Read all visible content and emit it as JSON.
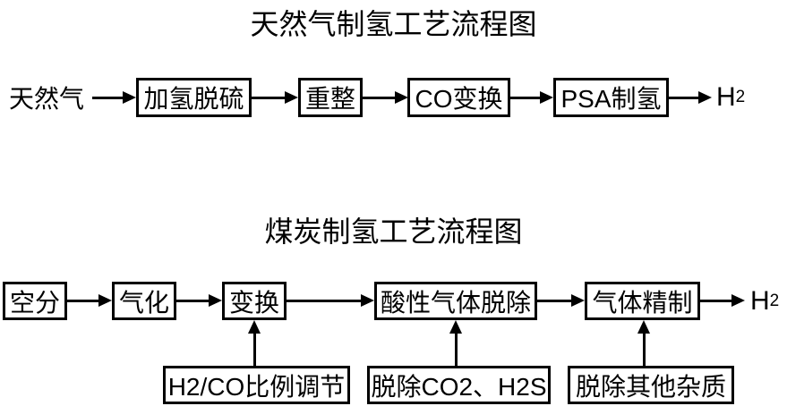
{
  "colors": {
    "background": "#ffffff",
    "line": "#000000",
    "text": "#000000"
  },
  "diagram1": {
    "title": "天然气制氢工艺流程图",
    "input": "天然气",
    "steps": [
      "加氢脱硫",
      "重整",
      "CO变换",
      "PSA制氢"
    ],
    "output": {
      "symbol": "H",
      "subscript": "2"
    }
  },
  "diagram2": {
    "title": "煤炭制氢工艺流程图",
    "steps": [
      "空分",
      "气化",
      "变换",
      "酸性气体脱除",
      "气体精制"
    ],
    "output": {
      "symbol": "H",
      "subscript": "2"
    },
    "annotations": [
      {
        "label": "H2/CO比例调节",
        "target": "变换"
      },
      {
        "label": "脱除CO2、H2S",
        "target": "酸性气体脱除"
      },
      {
        "label": "脱除其他杂质",
        "target": "气体精制"
      }
    ]
  }
}
